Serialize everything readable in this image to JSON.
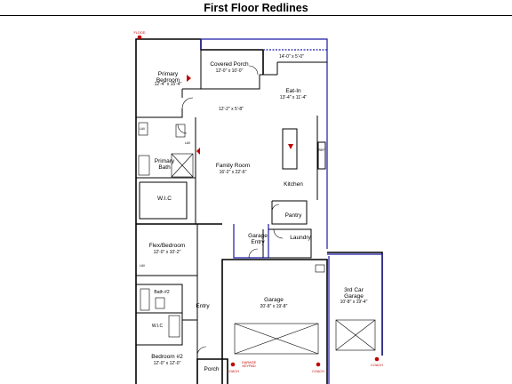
{
  "title": "First Floor Redlines",
  "rooms": {
    "primary_bedroom": {
      "name": "Primary\nBedroom",
      "dims": "12'-4\" x 15'-4\""
    },
    "covered_porch": {
      "name": "Covered Porch",
      "dims": "12'-0\" x 10'-0\""
    },
    "porch_dim": "14'-0\" x 5'-0\"",
    "eat_in": {
      "name": "Eat-In",
      "dims": "13'-4\" x 11'-4\""
    },
    "hall_dim": "12'-2\" x 5'-8\"",
    "family_room": {
      "name": "Family Room",
      "dims": "16'-2\" x 22'-6\""
    },
    "primary_bath": {
      "name": "Primary\nBath"
    },
    "wic_1": {
      "name": "W.I.C"
    },
    "kitchen": {
      "name": "Kitchen"
    },
    "pantry": {
      "name": "Pantry"
    },
    "garage_entry": {
      "name": "Garage\nEntry"
    },
    "laundry": {
      "name": "Laundry"
    },
    "flex_bedroom": {
      "name": "Flex/Bedroom",
      "dims": "12'-0\" x 10'-2\""
    },
    "garage": {
      "name": "Garage",
      "dims": "20'-8\" x 19'-8\""
    },
    "third_car_garage": {
      "name": "3rd Car\nGarage",
      "dims": "10'-8\" x 19'-4\""
    },
    "bath_2": {
      "name": "Bath #2"
    },
    "entry": {
      "name": "Entry"
    },
    "wic_2": {
      "name": "W.I.C"
    },
    "bedroom_2": {
      "name": "Bedroom #2",
      "dims": "12'-0\" x 12'-0\""
    },
    "porch": {
      "name": "Porch"
    }
  },
  "redlines": {
    "flood": "FLOOD",
    "coach_1": "COACH",
    "coach_2": "COACH",
    "coach_3": "COACH",
    "garage_keypad": "GARAGE\nKEYPAD"
  },
  "fixture_labels": {
    "lav_1": "LAV",
    "lav_2": "LAV",
    "lav_3": "LAV",
    "ref": "REF"
  },
  "colors": {
    "walls": "#000000",
    "redline": "#c00000",
    "blue_wall": "#1a1aa6"
  }
}
